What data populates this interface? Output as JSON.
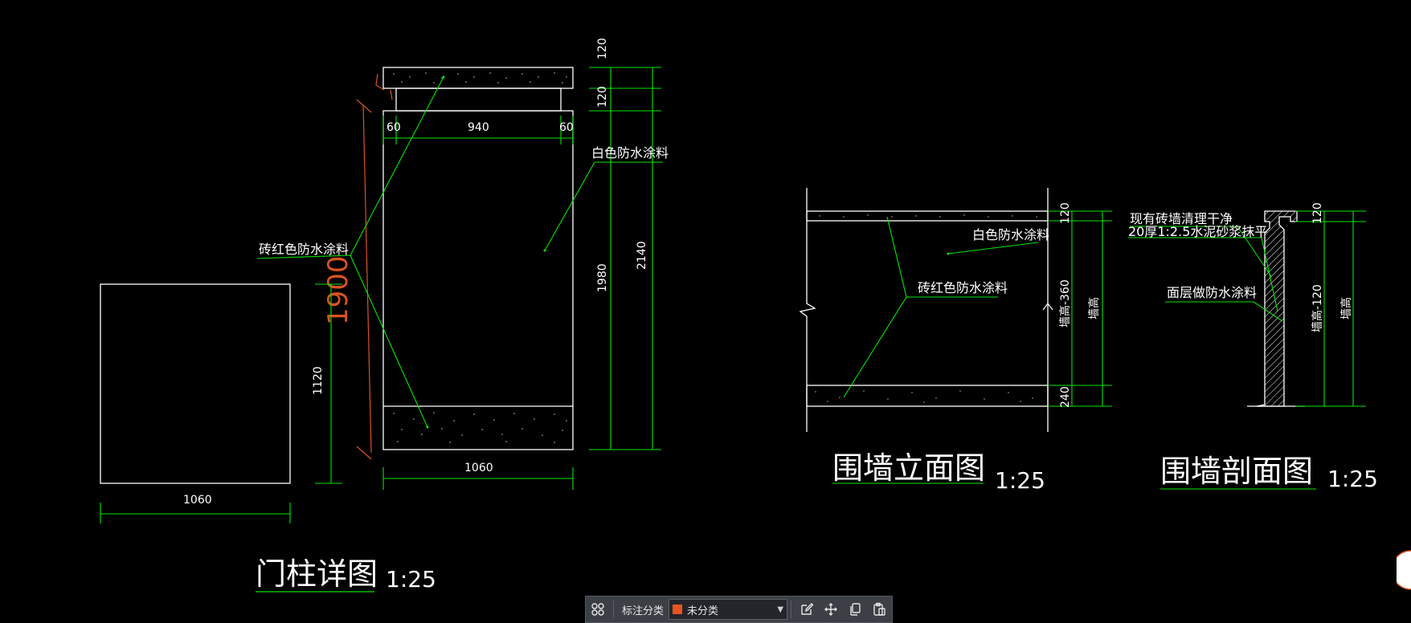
{
  "colors": {
    "background": "#000000",
    "linework": "#ffffff",
    "dimension_lines": "#00ff00",
    "annotation_red": "#d9531e",
    "toolbar_bg": "#3c3f45"
  },
  "gate_pillar": {
    "title": "门柱详图",
    "scale": "1:25",
    "dims": {
      "cap": "120",
      "neck": "120",
      "left": "60",
      "middle": "940",
      "right": "60",
      "body_height": "1980",
      "total_height": "2140",
      "base_height": "1120",
      "base_width": "1060",
      "pillar_width": "1060",
      "red_mark": "1900"
    },
    "labels": {
      "white_coating": "白色防水涂料",
      "red_coating": "砖红色防水涂料"
    }
  },
  "wall_elevation": {
    "title": "围墙立面图",
    "scale": "1:25",
    "dims": {
      "top": "120",
      "middle": "墙高-360",
      "bottom": "240",
      "total": "墙高"
    },
    "labels": {
      "white_coating": "白色防水涂料",
      "red_coating": "砖红色防水涂料"
    }
  },
  "wall_section": {
    "title": "围墙剖面图",
    "scale": "1:25",
    "dims": {
      "top": "120",
      "middle": "墙高-120",
      "total": "墙高"
    },
    "labels": {
      "clean": "现有砖墙清理干净",
      "mortar": "20厚1:2.5水泥砂浆抹平",
      "finish": "面层做防水涂料"
    }
  },
  "toolbar": {
    "category_label": "标注分类",
    "category_value": "未分类",
    "category_color": "#e8541e",
    "icons": [
      "grid-icon",
      "edit-icon",
      "move-icon",
      "copy-icon",
      "paste-icon"
    ]
  }
}
